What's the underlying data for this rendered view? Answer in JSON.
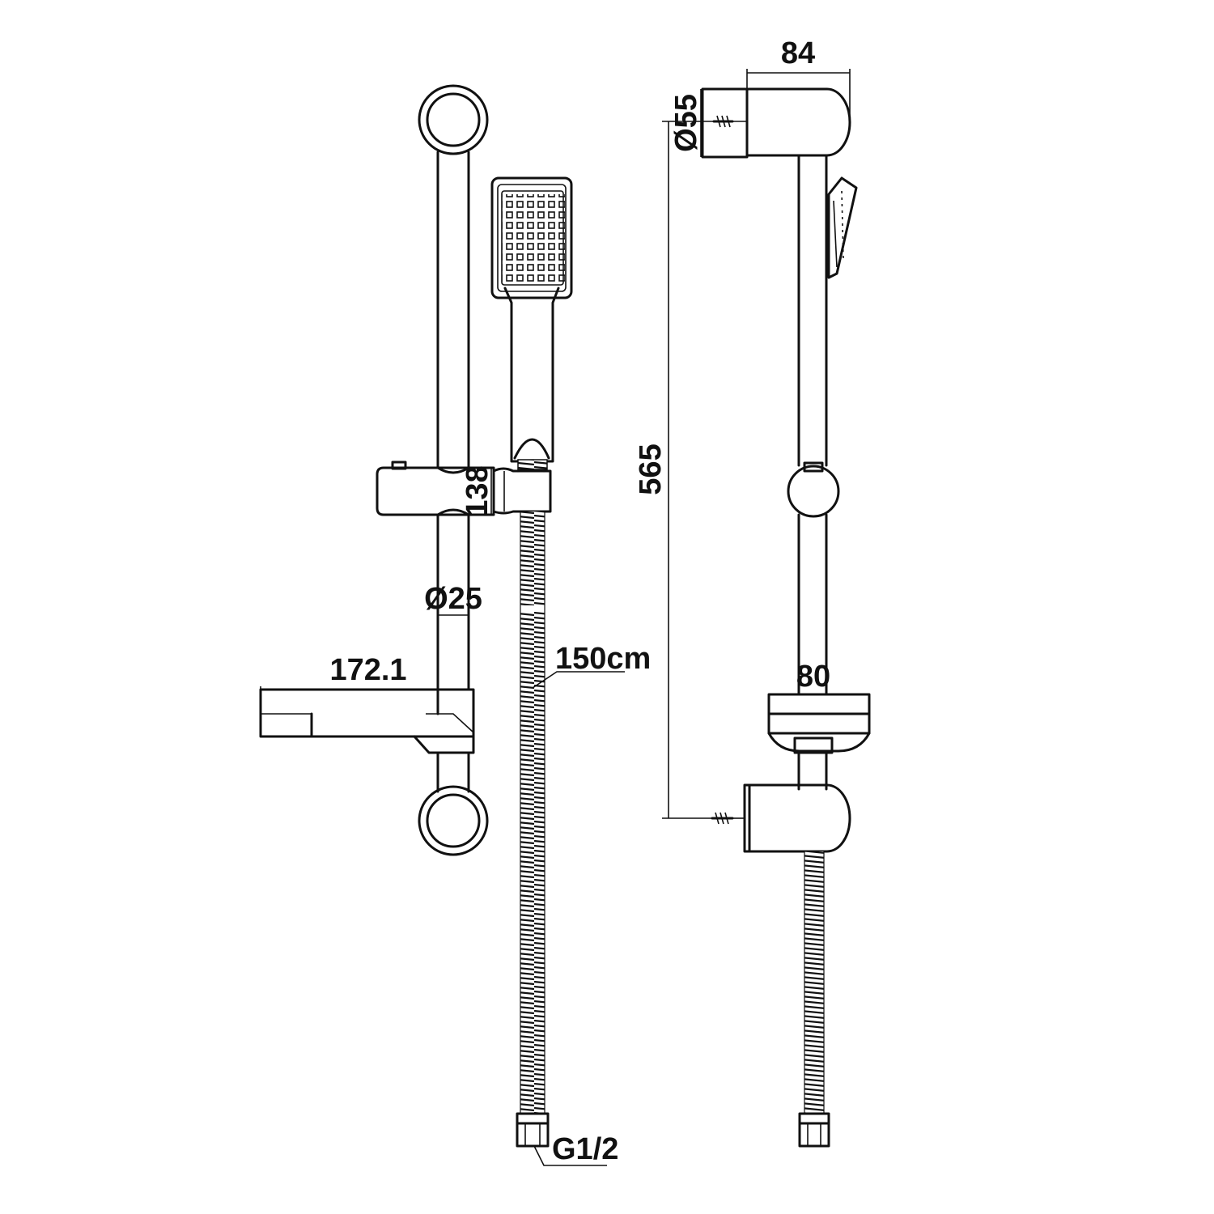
{
  "drawing": {
    "colors": {
      "line": "#111111",
      "background": "#ffffff"
    },
    "dimensions": {
      "slider_height": "138",
      "rail_diameter": "Ø25",
      "soap_dish_width": "172.1",
      "hose_length": "150cm",
      "hose_thread": "G1/2",
      "bracket_depth": "84",
      "bracket_diameter": "Ø55",
      "rail_height": "565",
      "dish_side_width": "80"
    }
  }
}
